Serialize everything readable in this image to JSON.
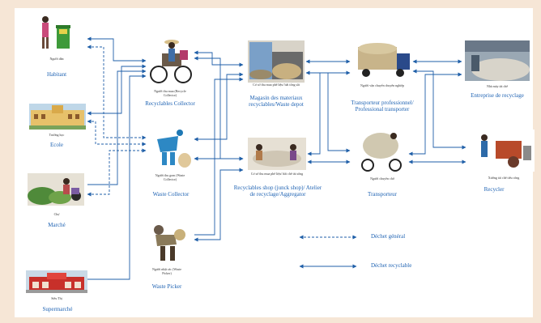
{
  "colors": {
    "arrow_dashed": "#1f5fa8",
    "arrow_solid": "#1f5fa8",
    "label": "#1f63b3",
    "frame": "#f6e6d6"
  },
  "nodes": {
    "habitant": {
      "caption": "Người dân",
      "label": "Habitant"
    },
    "ecole": {
      "caption": "Trường học",
      "label": "Ecole"
    },
    "marche": {
      "caption": "Chợ",
      "label": "Marché"
    },
    "supermarche": {
      "caption": "Siêu Thị",
      "label": "Supermarché"
    },
    "recyclables_collector": {
      "caption": "Người thu mua (Recycle Collector)",
      "label": "Recyclables Collector"
    },
    "waste_collector": {
      "caption": "Người thu gom (Waste Collector)",
      "label": "Waste Collector"
    },
    "waste_picker": {
      "caption": "Người nhặt rác (Waste Picker)",
      "label": "Waste Picker"
    },
    "depot": {
      "caption": "Cơ sở thu mua phế liệu/ bãi tổng sắt",
      "label": "Magasin des materiaux recyclables/Waste depot"
    },
    "shop": {
      "caption": "Cơ sở thu mua phế liệu/ bãi chế tái sống",
      "label": "Recyclables shop (junck shop)/ Atelier de recyclage/Aggregator"
    },
    "pro_transport": {
      "caption": "Người vận chuyển chuyên nghiệp",
      "label": "Transporteur professionnel/ Professional transporter"
    },
    "transporteur": {
      "caption": "Người chuyên chở",
      "label": "Transporteur"
    },
    "entreprise": {
      "caption": "Nhà máy tái chế",
      "label": "Entreprise de recyclage"
    },
    "recycler": {
      "caption": "Xưởng tái chế tiểu công",
      "label": "Recycler"
    }
  },
  "legend": {
    "general": "Déchet général",
    "recyclable": "Déchet recyclable"
  }
}
